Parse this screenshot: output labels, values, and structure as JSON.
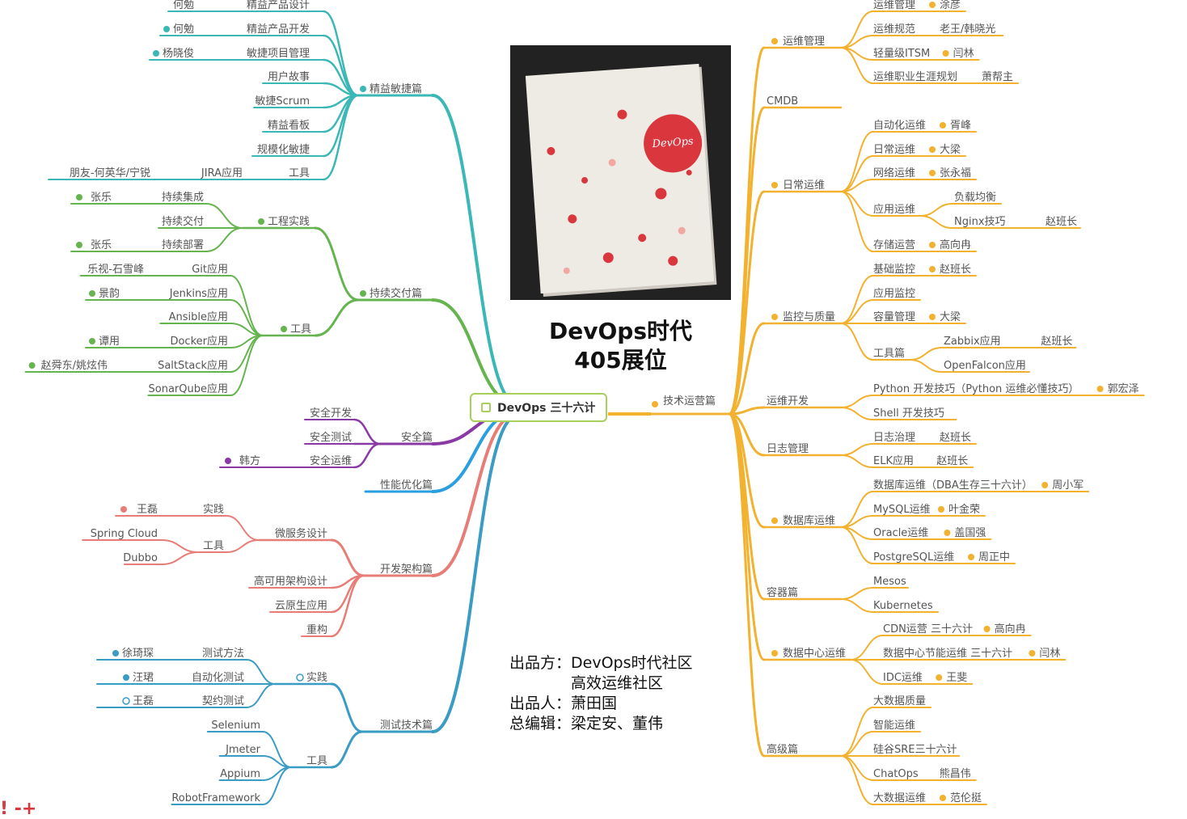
{
  "center": "DevOps 三十六计",
  "expo": {
    "line1": "DevOps时代",
    "line2": "405展位"
  },
  "cover": {
    "seal": "DevOps"
  },
  "credits": [
    "出品方：DevOps时代社区",
    "　　　　高效运维社区",
    "出品人：萧田国",
    "总编辑：梁定安、董伟"
  ],
  "corner_mark": "! -+",
  "colors": {
    "teal": "#3bb8b6",
    "green": "#66b44f",
    "purple": "#8a3aa5",
    "blue": "#2a9fe0",
    "salmon": "#e77d76",
    "steel": "#3a9cc4",
    "orange": "#f2b12f",
    "center_border": "#a8cf5a",
    "accent_red": "#d9363e"
  },
  "branches": [
    {
      "id": "lean",
      "label": "精益敏捷篇",
      "color": "#3bb8b6",
      "dot": true,
      "children": [
        {
          "label": "精益产品设计",
          "author": "何勉",
          "author_dot": false
        },
        {
          "label": "精益产品开发",
          "author": "何勉",
          "author_dot": true
        },
        {
          "label": "敏捷项目管理",
          "author": "杨晓俊",
          "author_dot": true
        },
        {
          "label": "用户故事"
        },
        {
          "label": "敏捷Scrum"
        },
        {
          "label": "精益看板"
        },
        {
          "label": "规模化敏捷"
        },
        {
          "label": "工具",
          "children": [
            {
              "label": "JIRA应用",
              "author": "朋友-何英华/宁锐",
              "author_dot": false
            }
          ]
        }
      ]
    },
    {
      "id": "cd",
      "label": "持续交付篇",
      "color": "#66b44f",
      "dot": true,
      "children": [
        {
          "label": "工程实践",
          "dot": true,
          "children": [
            {
              "label": "持续集成",
              "author": "张乐",
              "author_dot": true
            },
            {
              "label": "持续交付"
            },
            {
              "label": "持续部署",
              "author": "张乐",
              "author_dot": true
            }
          ]
        },
        {
          "label": "工具",
          "dot": true,
          "children": [
            {
              "label": "Git应用",
              "author": "乐视-石雪峰",
              "author_dot": false
            },
            {
              "label": "Jenkins应用",
              "author": "景韵",
              "author_dot": true
            },
            {
              "label": "Ansible应用"
            },
            {
              "label": "Docker应用",
              "author": "谭用",
              "author_dot": true
            },
            {
              "label": "SaltStack应用",
              "author": "赵舜东/姚炫伟",
              "author_dot": true
            },
            {
              "label": "SonarQube应用"
            }
          ]
        }
      ]
    },
    {
      "id": "sec",
      "label": "安全篇",
      "color": "#8a3aa5",
      "dot": false,
      "children": [
        {
          "label": "安全开发"
        },
        {
          "label": "安全测试"
        },
        {
          "label": "安全运维",
          "author": "韩方",
          "author_dot": true
        }
      ]
    },
    {
      "id": "perf",
      "label": "性能优化篇",
      "color": "#2a9fe0",
      "dot": false,
      "children": []
    },
    {
      "id": "arch",
      "label": "开发架构篇",
      "color": "#e77d76",
      "dot": false,
      "children": [
        {
          "label": "微服务设计",
          "children": [
            {
              "label": "实践",
              "author": "王磊",
              "author_dot": true
            },
            {
              "label": "工具",
              "children": [
                {
                  "label": "Spring Cloud"
                },
                {
                  "label": "Dubbo"
                }
              ]
            }
          ]
        },
        {
          "label": "高可用架构设计"
        },
        {
          "label": "云原生应用"
        },
        {
          "label": "重构"
        }
      ]
    },
    {
      "id": "test",
      "label": "测试技术篇",
      "color": "#3a9cc4",
      "dot": false,
      "children": [
        {
          "label": "实践",
          "dot": true,
          "children": [
            {
              "label": "测试方法",
              "author": "徐琦琛",
              "author_dot": true
            },
            {
              "label": "自动化测试",
              "author": "汪珺",
              "author_dot": true
            },
            {
              "label": "契约测试",
              "author": "王磊",
              "author_dot": "hollow"
            }
          ]
        },
        {
          "label": "工具",
          "children": [
            {
              "label": "Selenium"
            },
            {
              "label": "Jmeter"
            },
            {
              "label": "Appium"
            },
            {
              "label": "RobotFramework"
            }
          ]
        }
      ]
    },
    {
      "id": "ops",
      "label": "技术运营篇",
      "color": "#f2b12f",
      "dot": true,
      "children": [
        {
          "label": "运维管理",
          "dot": true,
          "children": [
            {
              "label": "运维管理",
              "author": "涂彦",
              "author_dot": true
            },
            {
              "label": "运维规范",
              "author": "老王/韩晓光",
              "author_dot": false
            },
            {
              "label": "轻量级ITSM",
              "author": "闫林",
              "author_dot": true
            },
            {
              "label": "运维职业生涯规划",
              "author": "萧帮主",
              "author_dot": false
            }
          ]
        },
        {
          "label": "CMDB"
        },
        {
          "label": "日常运维",
          "dot": true,
          "children": [
            {
              "label": "自动化运维",
              "author": "胥峰",
              "author_dot": true
            },
            {
              "label": "日常运维",
              "author": "大梁",
              "author_dot": true
            },
            {
              "label": "网络运维",
              "author": "张永福",
              "author_dot": true
            },
            {
              "label": "应用运维",
              "children": [
                {
                  "label": "负载均衡"
                },
                {
                  "label": "Nginx技巧",
                  "author": "赵班长",
                  "author_dot": false
                }
              ]
            },
            {
              "label": "存储运营",
              "author": "高向冉",
              "author_dot": true
            }
          ]
        },
        {
          "label": "监控与质量",
          "dot": true,
          "children": [
            {
              "label": "基础监控",
              "author": "赵班长",
              "author_dot": true
            },
            {
              "label": "应用监控"
            },
            {
              "label": "容量管理",
              "author": "大梁",
              "author_dot": true
            },
            {
              "label": "工具篇",
              "children": [
                {
                  "label": "Zabbix应用",
                  "author": "赵班长",
                  "author_dot": false
                },
                {
                  "label": "OpenFalcon应用"
                }
              ]
            }
          ]
        },
        {
          "label": "运维开发",
          "children": [
            {
              "label": "Python 开发技巧（Python 运维必懂技巧）",
              "author": "郭宏泽",
              "author_dot": true
            },
            {
              "label": "Shell 开发技巧"
            }
          ]
        },
        {
          "label": "日志管理",
          "children": [
            {
              "label": "日志治理",
              "author": "赵班长",
              "author_dot": false
            },
            {
              "label": "ELK应用",
              "author": "赵班长",
              "author_dot": false
            }
          ]
        },
        {
          "label": "数据库运维",
          "dot": true,
          "children": [
            {
              "label": "数据库运维（DBA生存三十六计）",
              "author": "周小军",
              "author_dot": true
            },
            {
              "label": "MySQL运维",
              "author": "叶金荣",
              "author_dot": true
            },
            {
              "label": "Oracle运维",
              "author": "盖国强",
              "author_dot": true
            },
            {
              "label": "PostgreSQL运维",
              "author": "周正中",
              "author_dot": true
            }
          ]
        },
        {
          "label": "容器篇",
          "children": [
            {
              "label": "Mesos"
            },
            {
              "label": "Kubernetes"
            }
          ]
        },
        {
          "label": "数据中心运维",
          "dot": true,
          "children": [
            {
              "label": "CDN运营 三十六计",
              "author": "高向冉",
              "author_dot": true
            },
            {
              "label": "数据中心节能运维 三十六计",
              "author": "闫林",
              "author_dot": true
            },
            {
              "label": "IDC运维",
              "author": "王斐",
              "author_dot": true
            }
          ]
        },
        {
          "label": "高级篇",
          "children": [
            {
              "label": "大数据质量"
            },
            {
              "label": "智能运维"
            },
            {
              "label": "硅谷SRE三十六计"
            },
            {
              "label": "ChatOps",
              "author": "熊昌伟",
              "author_dot": false
            },
            {
              "label": "大数据运维",
              "author": "范伦挺",
              "author_dot": true
            }
          ]
        }
      ]
    }
  ]
}
